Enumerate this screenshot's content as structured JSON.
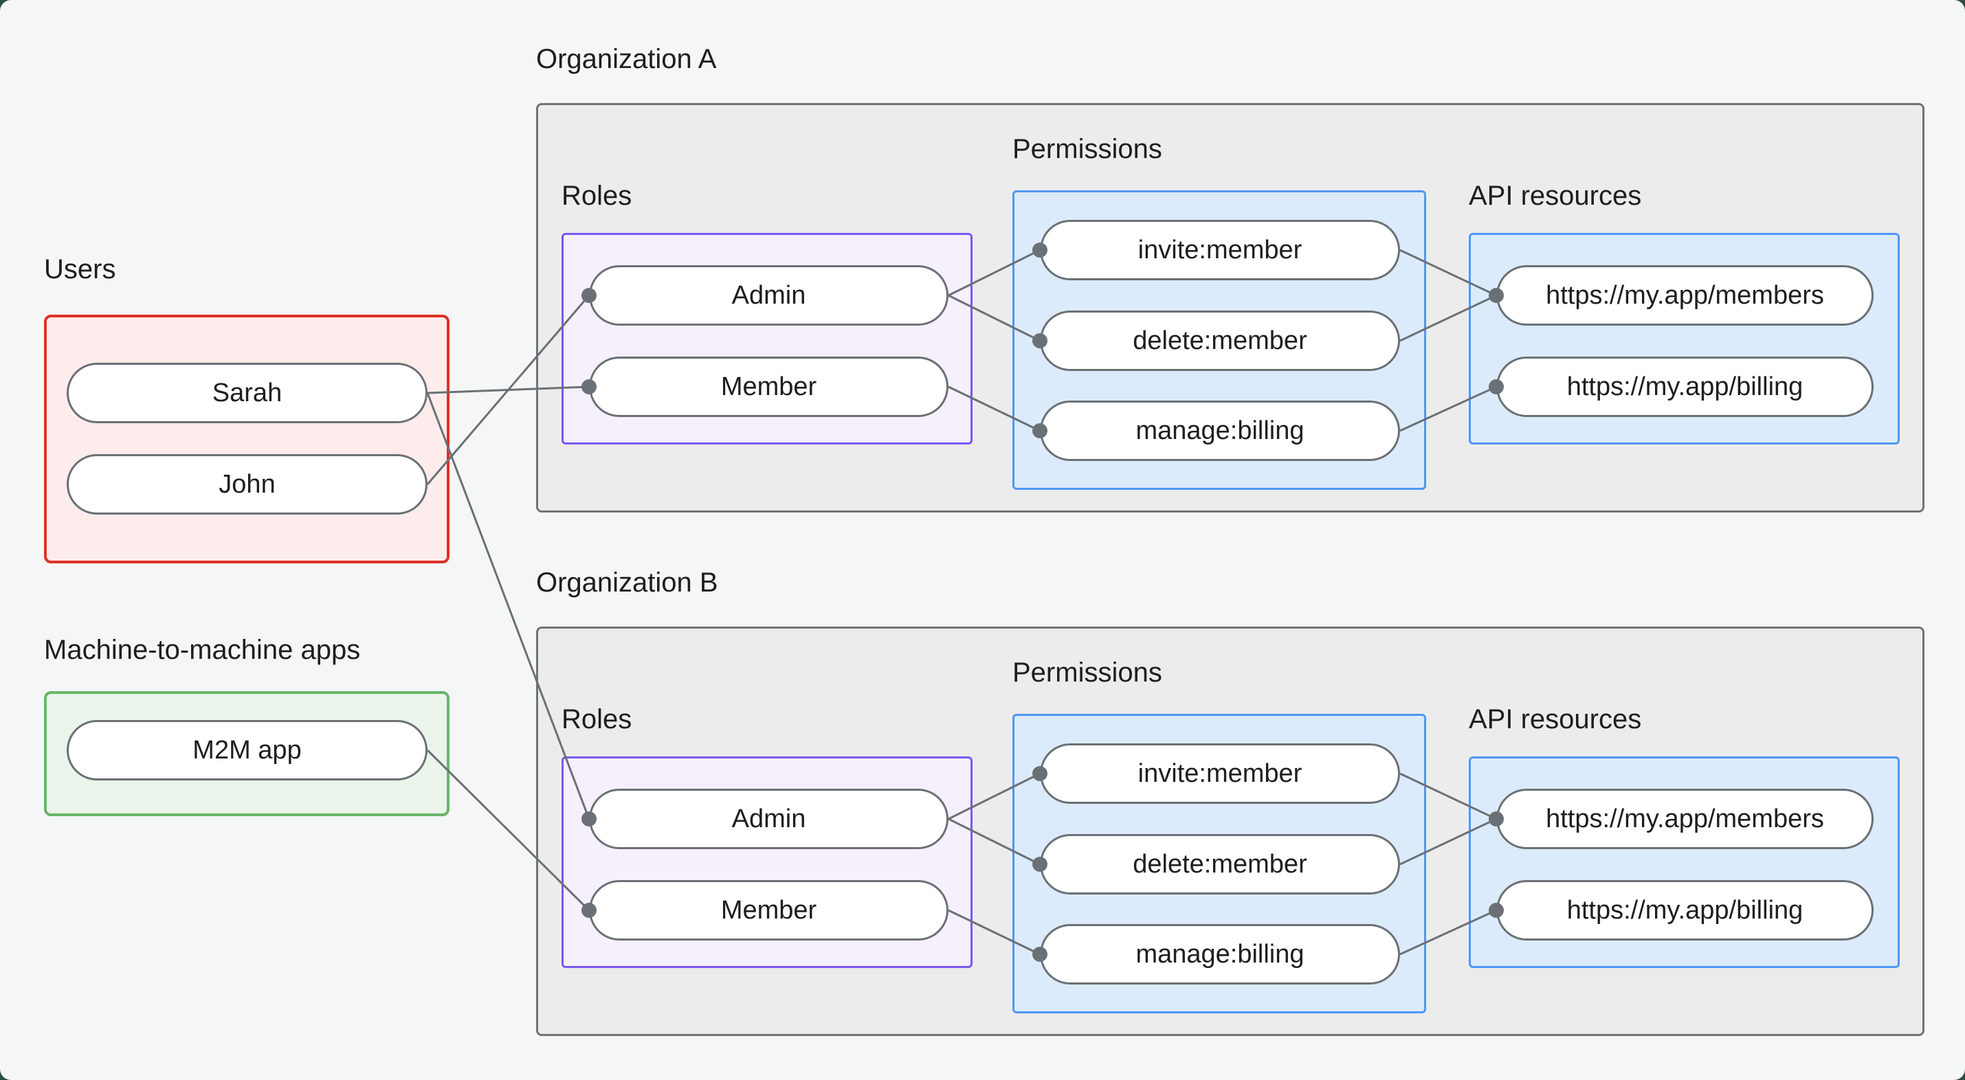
{
  "colors": {
    "page_bg": "#f5f6f6",
    "outside_bg": "#2e4f3e",
    "org_fill": "#ececec",
    "org_border": "#6f7377",
    "users_fill": "#fdeceb",
    "users_border": "#df3128",
    "m2m_fill": "#eaf4ea",
    "m2m_border": "#67b669",
    "roles_fill": "#f5f0fc",
    "roles_border": "#7c57f2",
    "blue_fill": "#dcebfb",
    "blue_border": "#4e97f5",
    "node_fill": "#ffffff",
    "node_border": "#6b7075",
    "line": "#6b7075",
    "text": "#1c1e21"
  },
  "left": {
    "users_label": "Users",
    "users_items": [
      "Sarah",
      "John"
    ],
    "m2m_label": "Machine-to-machine apps",
    "m2m_items": [
      "M2M app"
    ]
  },
  "org_a": {
    "title": "Organization A",
    "roles_label": "Roles",
    "permissions_label": "Permissions",
    "api_label": "API resources",
    "roles": [
      "Admin",
      "Member"
    ],
    "permissions": [
      "invite:member",
      "delete:member",
      "manage:billing"
    ],
    "api_resources": [
      "https://my.app/members",
      "https://my.app/billing"
    ]
  },
  "org_b": {
    "title": "Organization B",
    "roles_label": "Roles",
    "permissions_label": "Permissions",
    "api_label": "API resources",
    "roles": [
      "Admin",
      "Member"
    ],
    "permissions": [
      "invite:member",
      "delete:member",
      "manage:billing"
    ],
    "api_resources": [
      "https://my.app/members",
      "https://my.app/billing"
    ]
  },
  "edges": [
    {
      "from": "Sarah",
      "to": "Organization A / Member"
    },
    {
      "from": "John",
      "to": "Organization A / Admin"
    },
    {
      "from": "Sarah",
      "to": "Organization B / Admin"
    },
    {
      "from": "M2M app",
      "to": "Organization B / Member"
    },
    {
      "from": "Org A Admin",
      "to": "invite:member"
    },
    {
      "from": "Org A Admin",
      "to": "delete:member"
    },
    {
      "from": "Org A Member",
      "to": "manage:billing"
    },
    {
      "from": "Org A invite:member",
      "to": "https://my.app/members"
    },
    {
      "from": "Org A delete:member",
      "to": "https://my.app/members"
    },
    {
      "from": "Org A manage:billing",
      "to": "https://my.app/billing"
    },
    {
      "from": "Org B Admin",
      "to": "invite:member"
    },
    {
      "from": "Org B Admin",
      "to": "delete:member"
    },
    {
      "from": "Org B Member",
      "to": "manage:billing"
    },
    {
      "from": "Org B invite:member",
      "to": "https://my.app/members"
    },
    {
      "from": "Org B delete:member",
      "to": "https://my.app/members"
    },
    {
      "from": "Org B manage:billing",
      "to": "https://my.app/billing"
    }
  ]
}
